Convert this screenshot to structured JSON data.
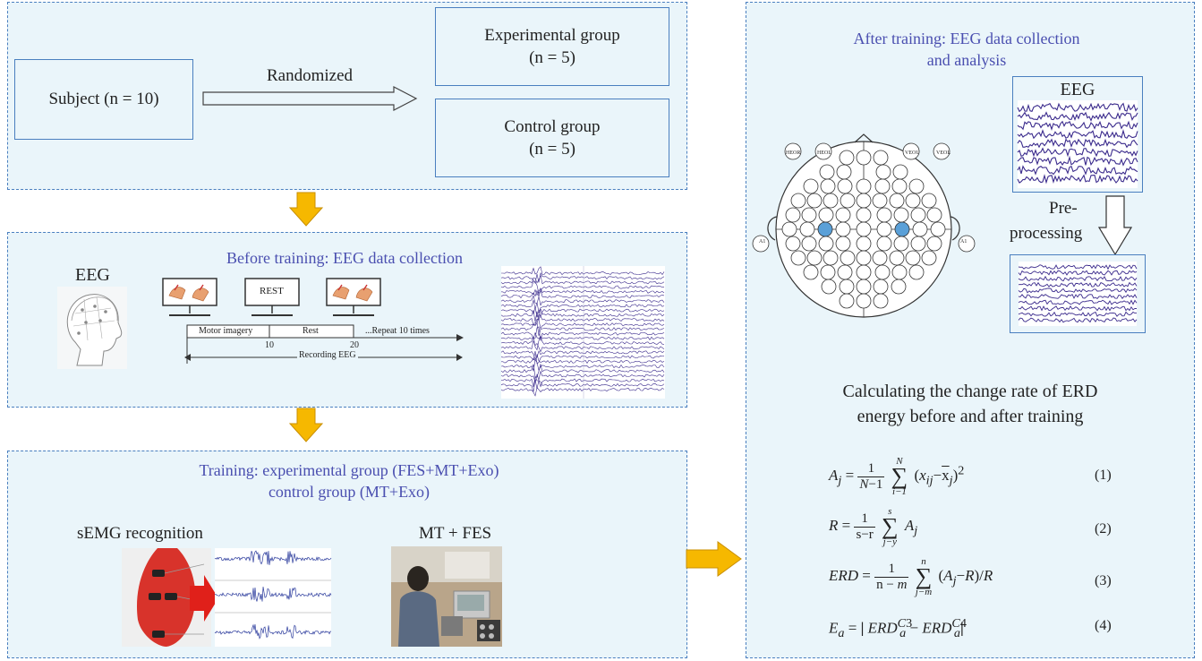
{
  "randomize": {
    "subject": "Subject (n = 10)",
    "arrow_label": "Randomized",
    "exp_group": "Experimental group",
    "exp_n": "(n = 5)",
    "ctrl_group": "Control group",
    "ctrl_n": "(n = 5)"
  },
  "before": {
    "title": "Before training: EEG data collection",
    "eeg_label": "EEG",
    "rest_screen": "REST",
    "timeline": {
      "motor_imagery": "Motor imagery",
      "rest": "Rest",
      "repeat": "...Repeat 10 times",
      "tick_10": "10",
      "tick_20": "20",
      "recording": "Recording EEG"
    }
  },
  "training": {
    "title_line1": "Training: experimental group (FES+MT+Exo)",
    "title_line2": "control group (MT+Exo)",
    "semg_label": "sEMG recognition",
    "mtfes_label": "MT + FES"
  },
  "after": {
    "title_line1": "After training: EEG data collection",
    "title_line2": "and analysis",
    "eeg_label": "EEG",
    "preprocessing_line1": "Pre-",
    "preprocessing_line2": "processing",
    "calc_line1": "Calculating the change rate of ERD",
    "calc_line2": "energy before and after training",
    "electrodes_top": [
      "HEOR",
      "HEOL",
      "VEOU",
      "VEOL"
    ],
    "electrodes_side": [
      "A1",
      "A1"
    ],
    "equation_numbers": [
      "(1)",
      "(2)",
      "(3)",
      "(4)"
    ]
  },
  "colors": {
    "panel_bg": "#eaf5fa",
    "border": "#4a7fbf",
    "title": "#4a4fb0",
    "arrow": "#f6b800",
    "eeg_trace": "#3a2a8c",
    "highlight_electrode": "#5aa0d8"
  }
}
